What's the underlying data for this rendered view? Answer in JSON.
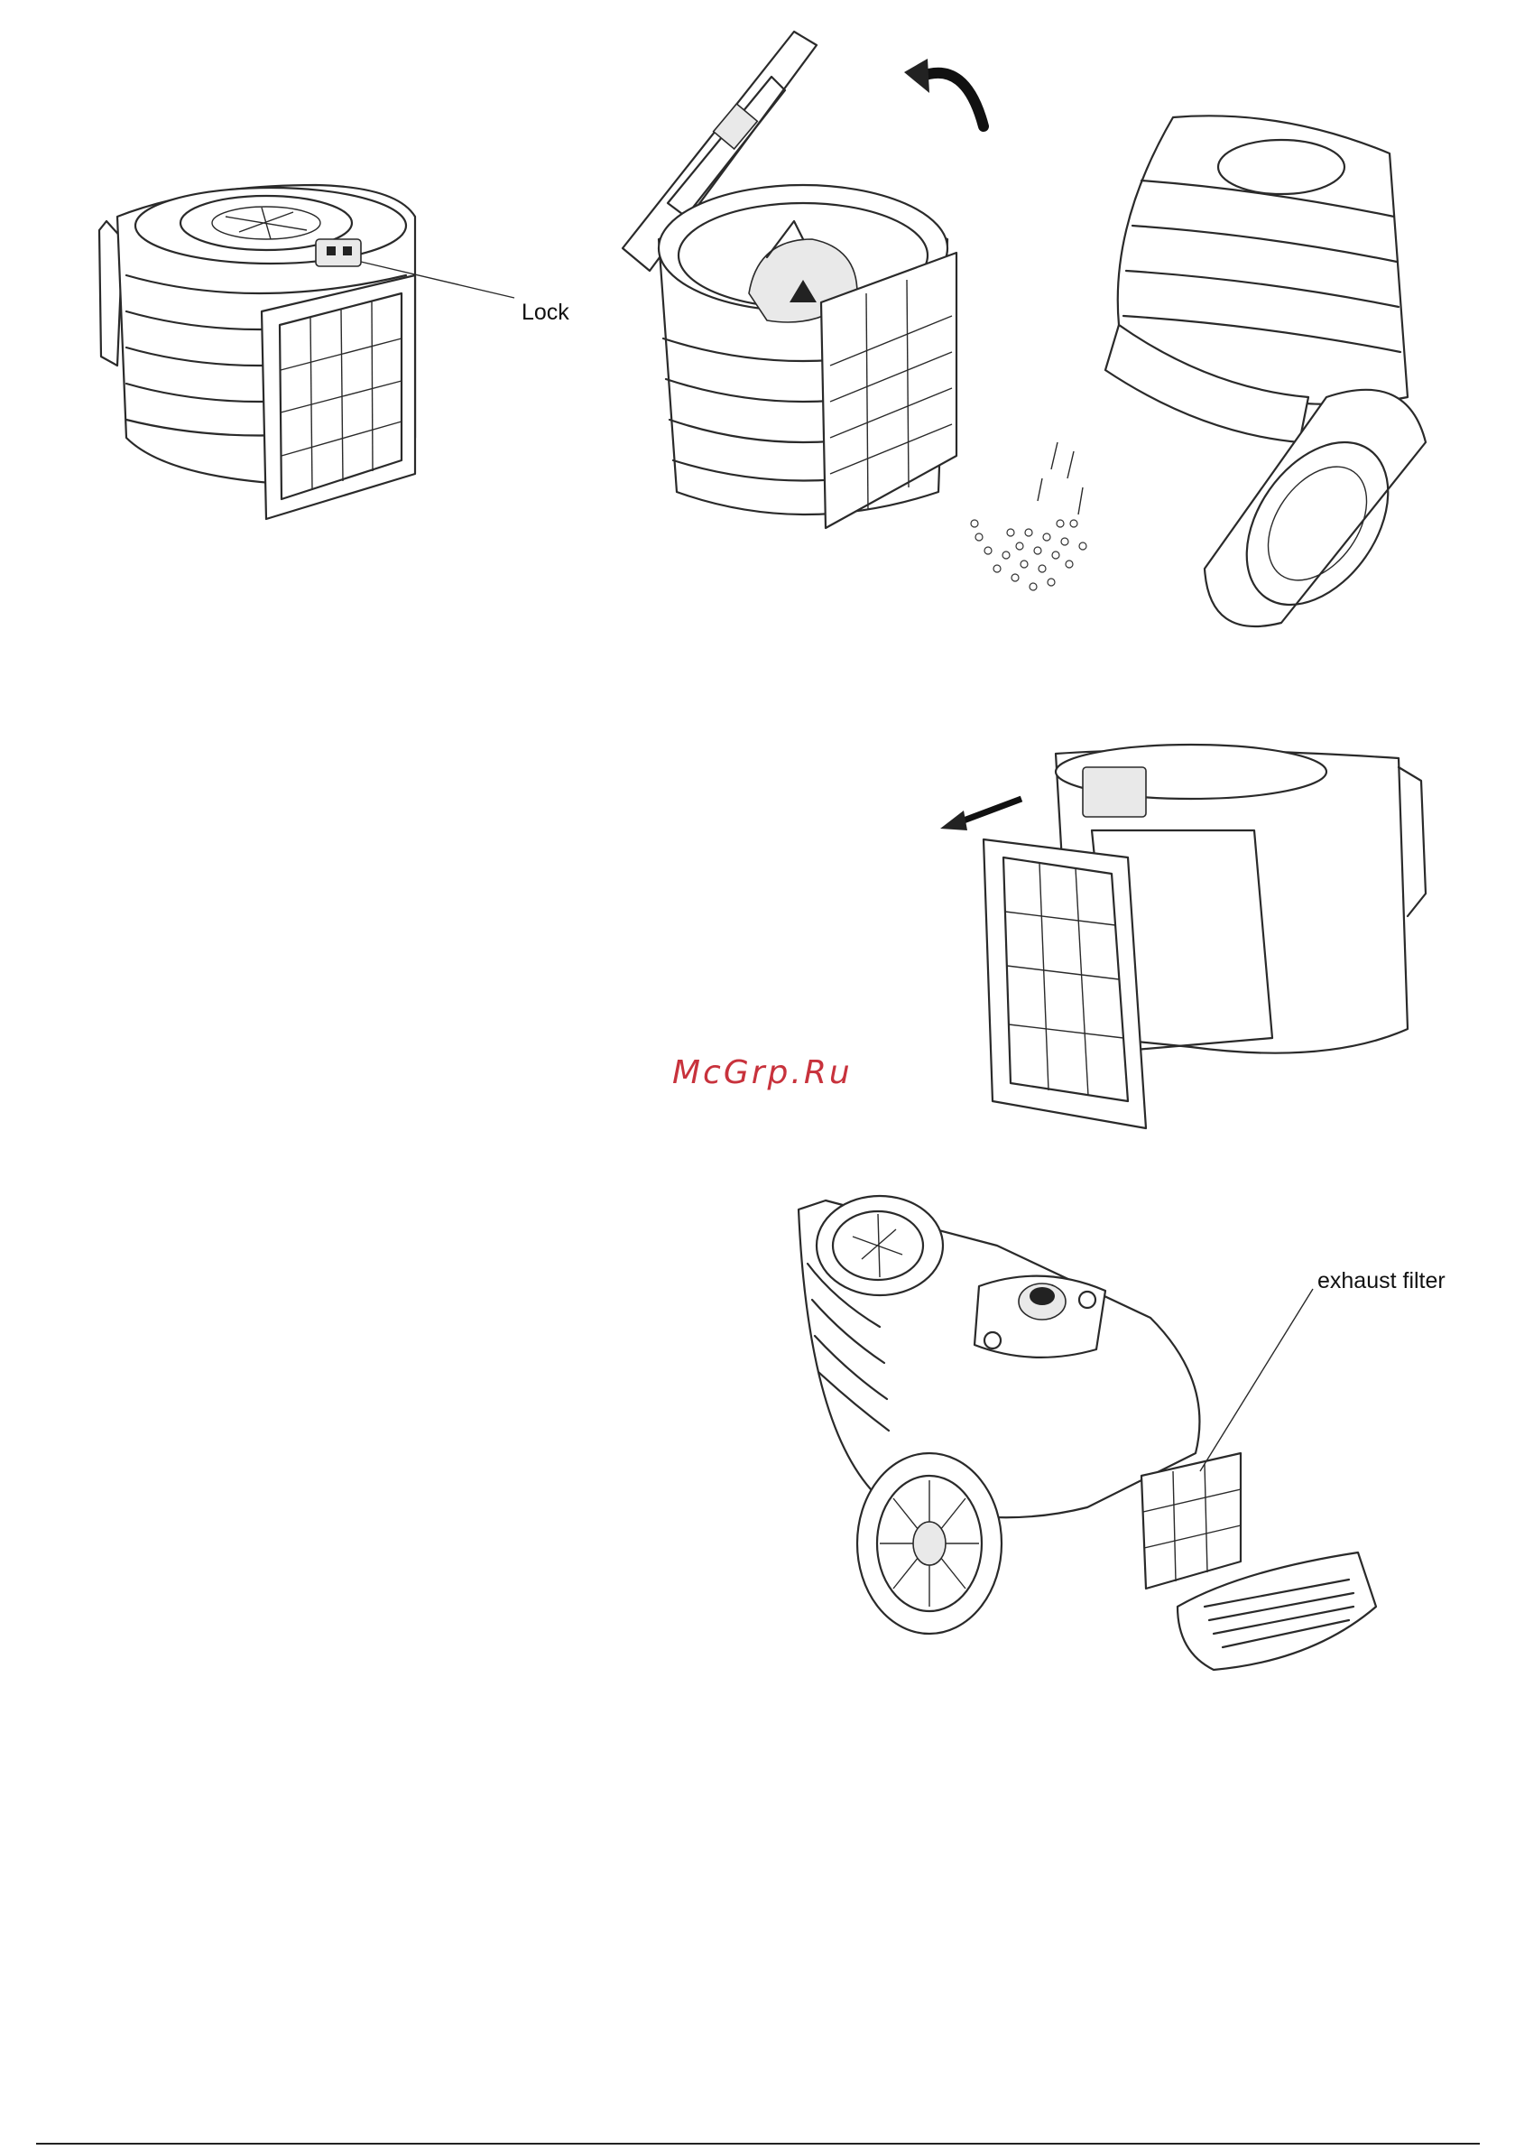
{
  "labels": {
    "lock": "Lock",
    "exhaust_filter": "exhaust filter"
  },
  "watermark": {
    "text": "McGrp.Ru",
    "color": "#c8323c"
  },
  "figures": [
    {
      "name": "dust-container-closed",
      "icon": "dust-container-icon"
    },
    {
      "name": "dust-container-lid-open",
      "icon": "lid-open-icon"
    },
    {
      "name": "dust-container-emptying",
      "icon": "emptying-icon"
    },
    {
      "name": "filter-removal",
      "icon": "filter-removal-icon"
    },
    {
      "name": "exhaust-filter-removal",
      "icon": "vacuum-cleaner-icon"
    }
  ]
}
